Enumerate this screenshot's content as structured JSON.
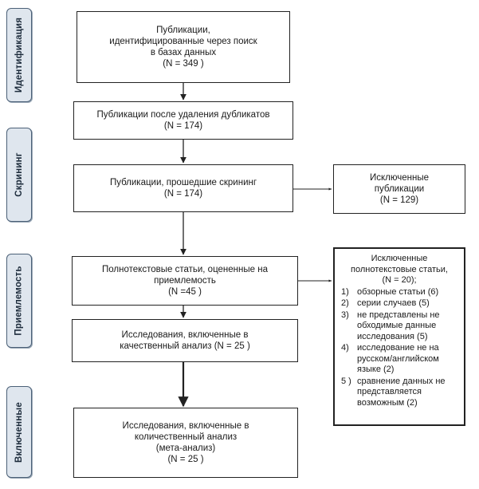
{
  "stages": [
    {
      "id": "identification",
      "label": "Идентификация"
    },
    {
      "id": "screening",
      "label": "Скрининг"
    },
    {
      "id": "eligibility",
      "label": "Приемлемость"
    },
    {
      "id": "included",
      "label": "Включенные"
    }
  ],
  "boxes": {
    "identified": [
      "Публикации,",
      "идентифицированные через поиск",
      "в базах данных",
      "(N =  349  )"
    ],
    "after_dedup": [
      "Публикации после удаления дубликатов",
      "(N = 174)"
    ],
    "screened": [
      "Публикации, прошедшие скрининг",
      "(N = 174)"
    ],
    "excluded_screening": [
      "Исключенные",
      "публикации",
      "(N = 129)"
    ],
    "fulltext": [
      "Полнотекстовые статьи, оцененные на",
      "приемлемость",
      "(N =45 )"
    ],
    "qualitative": [
      "Исследования, включенные в",
      "качественный анализ (N = 25 )"
    ],
    "quantitative": [
      "Исследования, включенные в",
      "количественный анализ",
      "(мета-анализ)",
      "(N =  25 )"
    ]
  },
  "excluded_fulltext": {
    "heading": [
      "Исключенные",
      "полнотекстовые статьи,",
      "(N = 20);"
    ],
    "reasons": [
      {
        "num": "1)",
        "text": "обзорные статьи (6)"
      },
      {
        "num": "2)",
        "text": "серии случаев (5)"
      },
      {
        "num": "3)",
        "text": "не представлены не обходимые данные исследования (5)"
      },
      {
        "num": "4)",
        "text": "исследование не на русском/английском языке (2)"
      },
      {
        "num": "5 )",
        "text": "сравнение данных не представляется возможным (2)"
      }
    ]
  }
}
